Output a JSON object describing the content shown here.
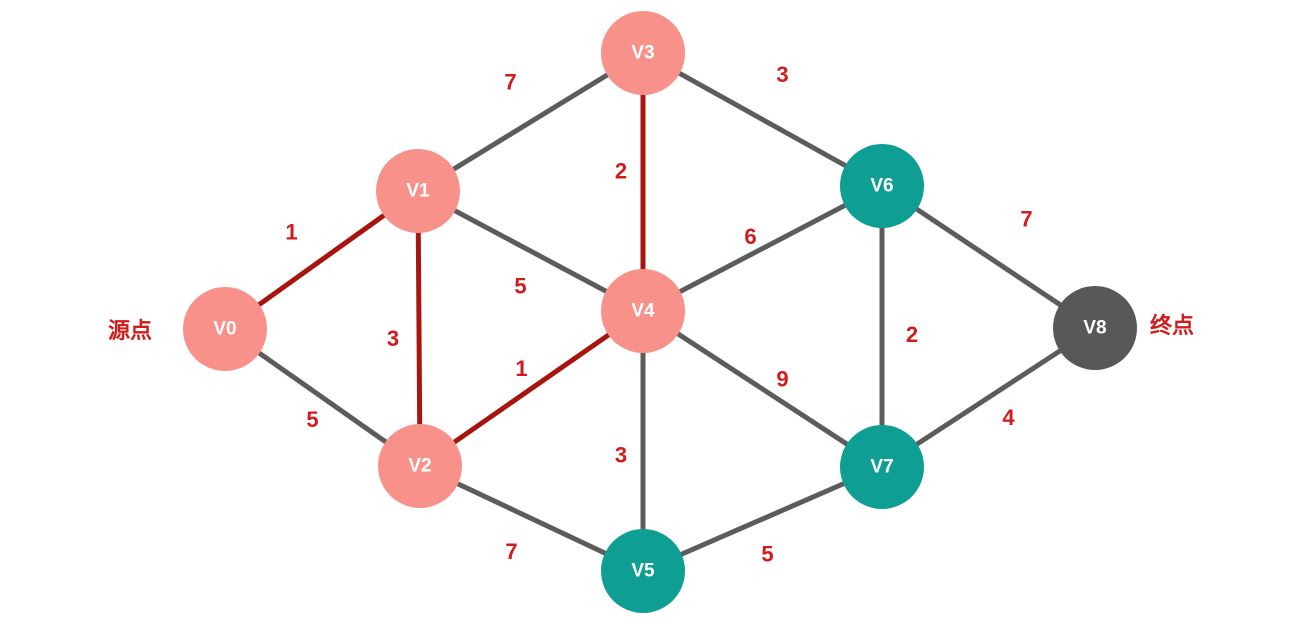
{
  "colors": {
    "node_visited": "#f8918a",
    "node_pending": "#0e9e93",
    "node_target": "#585858",
    "edge_normal": "#5c5c5c",
    "edge_path": "#a8150f",
    "weight_text": "#d01c1c"
  },
  "labels": {
    "source": "源点",
    "target": "终点"
  },
  "nodes": [
    {
      "id": "V0",
      "label": "V0",
      "state": "visited"
    },
    {
      "id": "V1",
      "label": "V1",
      "state": "visited"
    },
    {
      "id": "V2",
      "label": "V2",
      "state": "visited"
    },
    {
      "id": "V3",
      "label": "V3",
      "state": "visited"
    },
    {
      "id": "V4",
      "label": "V4",
      "state": "visited"
    },
    {
      "id": "V5",
      "label": "V5",
      "state": "pending"
    },
    {
      "id": "V6",
      "label": "V6",
      "state": "pending"
    },
    {
      "id": "V7",
      "label": "V7",
      "state": "pending"
    },
    {
      "id": "V8",
      "label": "V8",
      "state": "target"
    }
  ],
  "edges": [
    {
      "from": "V0",
      "to": "V1",
      "weight": "1",
      "highlighted": true
    },
    {
      "from": "V0",
      "to": "V2",
      "weight": "5",
      "highlighted": false
    },
    {
      "from": "V1",
      "to": "V2",
      "weight": "3",
      "highlighted": true
    },
    {
      "from": "V1",
      "to": "V3",
      "weight": "7",
      "highlighted": false
    },
    {
      "from": "V1",
      "to": "V4",
      "weight": "5",
      "highlighted": false
    },
    {
      "from": "V2",
      "to": "V4",
      "weight": "1",
      "highlighted": true
    },
    {
      "from": "V2",
      "to": "V5",
      "weight": "7",
      "highlighted": false
    },
    {
      "from": "V3",
      "to": "V4",
      "weight": "2",
      "highlighted": true
    },
    {
      "from": "V3",
      "to": "V6",
      "weight": "3",
      "highlighted": false
    },
    {
      "from": "V4",
      "to": "V5",
      "weight": "3",
      "highlighted": false
    },
    {
      "from": "V4",
      "to": "V6",
      "weight": "6",
      "highlighted": false
    },
    {
      "from": "V4",
      "to": "V7",
      "weight": "9",
      "highlighted": false
    },
    {
      "from": "V5",
      "to": "V7",
      "weight": "5",
      "highlighted": false
    },
    {
      "from": "V6",
      "to": "V7",
      "weight": "2",
      "highlighted": false
    },
    {
      "from": "V6",
      "to": "V8",
      "weight": "7",
      "highlighted": false
    },
    {
      "from": "V7",
      "to": "V8",
      "weight": "4",
      "highlighted": false
    }
  ]
}
